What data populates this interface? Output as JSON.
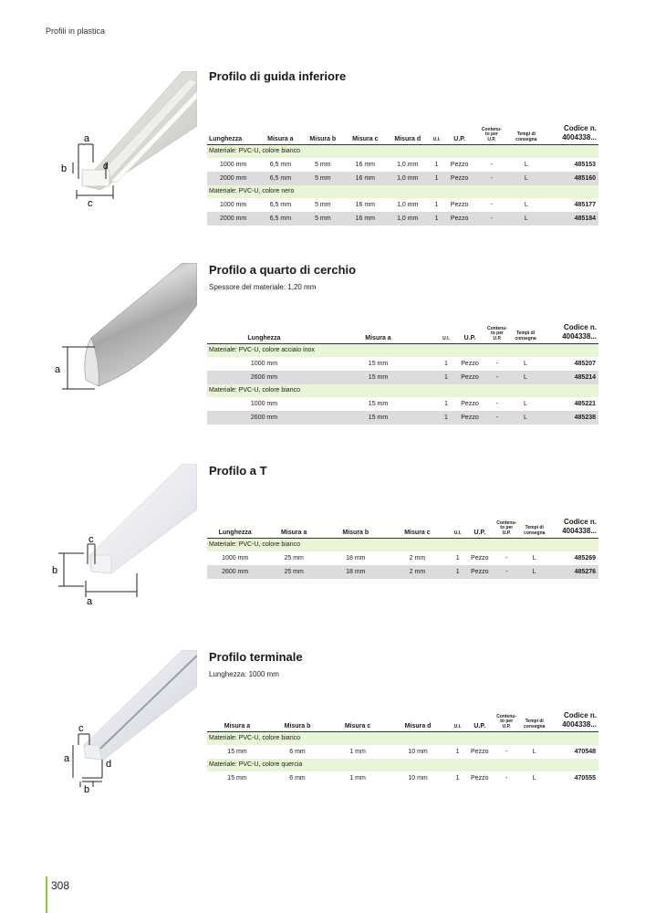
{
  "header": "Profili in plastica",
  "page_number": "308",
  "brand_color": "#8cc63f",
  "sections": [
    {
      "title": "Profilo di guida inferiore",
      "subtitle": "",
      "headers": [
        "Lunghezza",
        "Misura a",
        "Misura b",
        "Misura c",
        "Misura d",
        "U.I.",
        "U.P.",
        "Contenu-\nto per\nU.P.",
        "Tempi di\nconsegna",
        "Codice n.\n4004338..."
      ],
      "groups": [
        {
          "material": "Materiale: PVC-U, colore bianco",
          "rows": [
            [
              "1000 mm",
              "6,5 mm",
              "5 mm",
              "16 mm",
              "1,0 mm",
              "1",
              "Pezzo",
              "-",
              "L",
              "485153"
            ],
            [
              "2000 mm",
              "6,5 mm",
              "5 mm",
              "16 mm",
              "1,0 mm",
              "1",
              "Pezzo",
              "-",
              "L",
              "485160"
            ]
          ]
        },
        {
          "material": "Materiale: PVC-U, colore nero",
          "rows": [
            [
              "1000 mm",
              "6,5 mm",
              "5 mm",
              "16 mm",
              "1,0 mm",
              "1",
              "Pezzo",
              "-",
              "L",
              "485177"
            ],
            [
              "2000 mm",
              "6,5 mm",
              "5 mm",
              "16 mm",
              "1,0 mm",
              "1",
              "Pezzo",
              "-",
              "L",
              "485184"
            ]
          ]
        }
      ],
      "labels": [
        "a",
        "b",
        "c",
        "d"
      ]
    },
    {
      "title": "Profilo a quarto di cerchio",
      "subtitle": "Spessore del materiale: 1,20 mm",
      "headers": [
        "Lunghezza",
        "Misura a",
        "U.I.",
        "U.P.",
        "Contenu-\nto per\nU.P.",
        "Tempi di\nconsegna",
        "Codice n.\n4004338..."
      ],
      "groups": [
        {
          "material": "Materiale: PVC-U, colore acciaio inox",
          "rows": [
            [
              "1000 mm",
              "15 mm",
              "1",
              "Pezzo",
              "-",
              "L",
              "485207"
            ],
            [
              "2600 mm",
              "15 mm",
              "1",
              "Pezzo",
              "-",
              "L",
              "485214"
            ]
          ]
        },
        {
          "material": "Materiale: PVC-U, colore bianco",
          "rows": [
            [
              "1000 mm",
              "15 mm",
              "1",
              "Pezzo",
              "-",
              "L",
              "485221"
            ],
            [
              "2600 mm",
              "15 mm",
              "1",
              "Pezzo",
              "-",
              "L",
              "485238"
            ]
          ]
        }
      ],
      "labels": [
        "a"
      ]
    },
    {
      "title": "Profilo a T",
      "subtitle": "",
      "headers": [
        "Lunghezza",
        "Misura a",
        "Misura b",
        "Misura c",
        "U.I.",
        "U.P.",
        "Contenu-\nto per\nU.P.",
        "Tempi di\nconsegna",
        "Codice n.\n4004338..."
      ],
      "groups": [
        {
          "material": "Materiale: PVC-U, colore bianco",
          "rows": [
            [
              "1000 mm",
              "25 mm",
              "18 mm",
              "2 mm",
              "1",
              "Pezzo",
              "-",
              "L",
              "485269"
            ],
            [
              "2600 mm",
              "25 mm",
              "18 mm",
              "2 mm",
              "1",
              "Pezzo",
              "-",
              "L",
              "485276"
            ]
          ]
        }
      ],
      "labels": [
        "c",
        "b",
        "a"
      ]
    },
    {
      "title": "Profilo terminale",
      "subtitle": "Lunghezza: 1000 mm",
      "headers": [
        "Misura a",
        "Misura b",
        "Misura c",
        "Misura d",
        "U.I.",
        "U.P.",
        "Contenu-\nto per\nU.P.",
        "Tempi di\nconsegna",
        "Codice n.\n4004338..."
      ],
      "groups": [
        {
          "material": "Materiale: PVC-U, colore bianco",
          "rows": [
            [
              "15 mm",
              "6 mm",
              "1 mm",
              "10 mm",
              "1",
              "Pezzo",
              "-",
              "L",
              "470548"
            ]
          ]
        },
        {
          "material": "Materiale: PVC-U, colore quercia",
          "rows": [
            [
              "15 mm",
              "6 mm",
              "1 mm",
              "10 mm",
              "1",
              "Pezzo",
              "-",
              "L",
              "470555"
            ]
          ]
        }
      ],
      "labels": [
        "c",
        "a",
        "d",
        "b"
      ]
    }
  ]
}
